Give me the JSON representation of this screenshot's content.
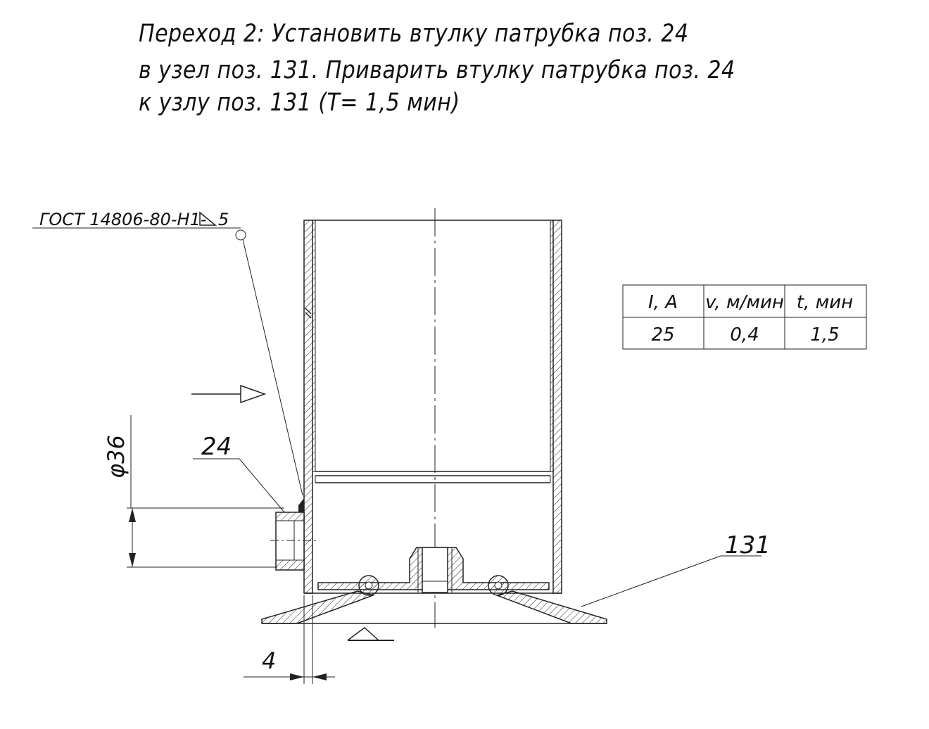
{
  "instruction": {
    "line1": "Переход 2: Установить втулку патрубка поз. 24",
    "line2": "в узел поз. 131. Приварить втулку патрубка поз. 24",
    "line3": "к узлу поз. 131 (T= 1,5 мин)"
  },
  "drawing": {
    "weld_callout": "ГОСТ 14806-80-Н1-",
    "weld_leg": "5",
    "item_sleeve": "24",
    "item_assembly": "131",
    "diameter": "φ36",
    "offset": "4"
  },
  "weld_params": {
    "headers": [
      "I, A",
      "v, м/мин",
      "t, мин"
    ],
    "values": [
      "25",
      "0,4",
      "1,5"
    ]
  }
}
